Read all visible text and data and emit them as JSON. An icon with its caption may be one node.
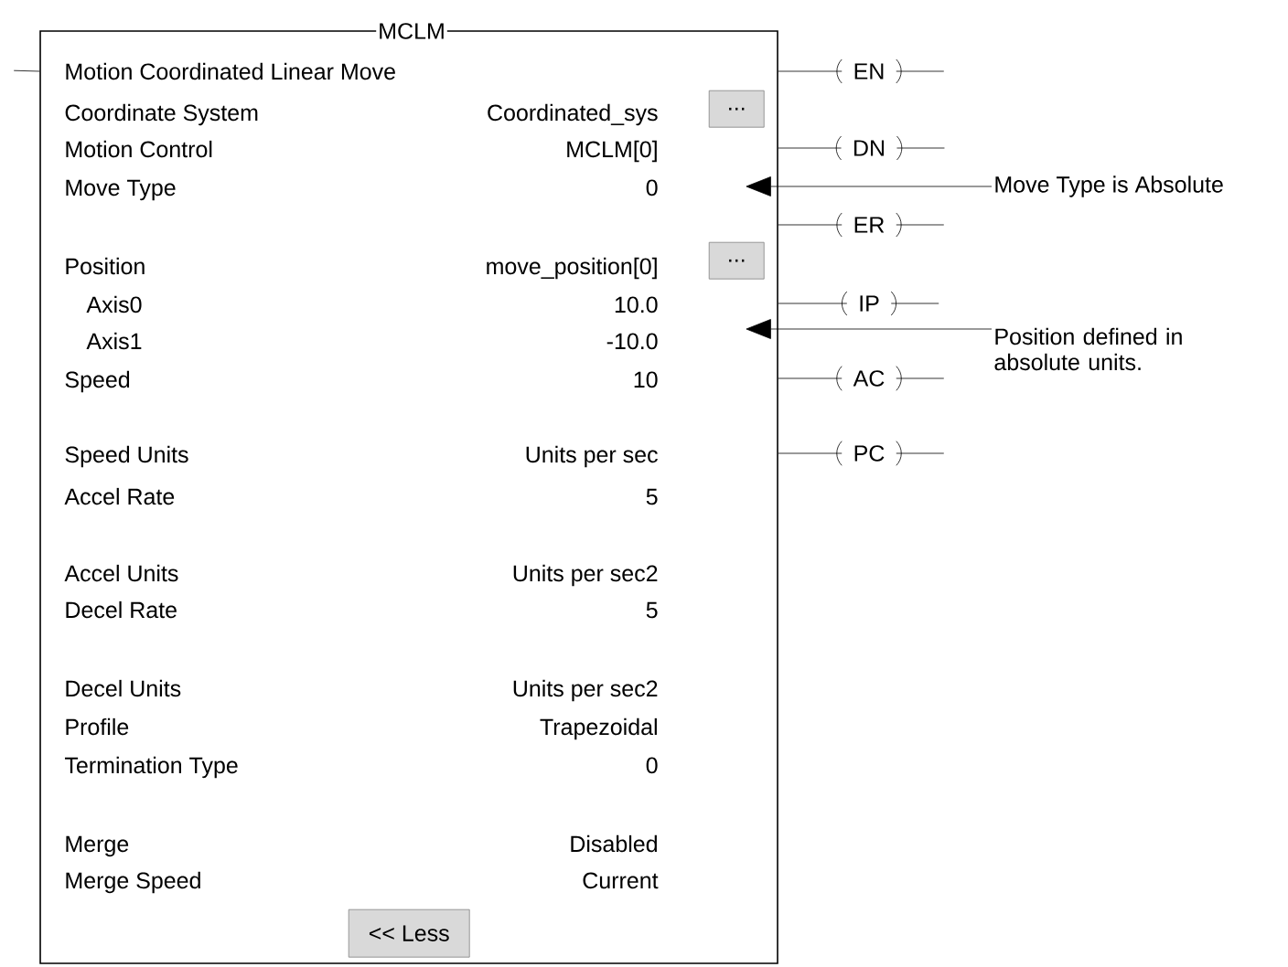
{
  "diagram": {
    "nodes": [
      {
        "text": [
          "MCLM",
          "Motion Coordinated Linear Move"
        ]
      },
      {
        "text": [
          "..."
        ],
        "in": 0
      },
      {
        "text": [
          "..."
        ],
        "in": 0
      },
      {
        "text": [
          "<< Less"
        ],
        "in": 0
      },
      {
        "text": [
          "EN"
        ]
      },
      {
        "text": [
          "DN"
        ]
      },
      {
        "text": [
          "ER"
        ]
      },
      {
        "text": [
          "IP"
        ]
      },
      {
        "text": [
          "AC"
        ]
      },
      {
        "text": [
          "PC"
        ]
      },
      {
        "text": [
          "Move Type is Absolute"
        ]
      },
      {
        "text": [
          "Position defined in absolute units."
        ]
      }
    ],
    "edges": [
      {
        "from": null,
        "to": 0,
        "arrow": "none"
      },
      {
        "from": 0,
        "to": 4,
        "arrow": "none"
      },
      {
        "from": 0,
        "to": 5,
        "arrow": "none"
      },
      {
        "from": 0,
        "to": 6,
        "arrow": "none"
      },
      {
        "from": 0,
        "to": 7,
        "arrow": "none"
      },
      {
        "from": 0,
        "to": 8,
        "arrow": "none"
      },
      {
        "from": 0,
        "to": 9,
        "arrow": "none"
      },
      {
        "from": 4,
        "to": null,
        "arrow": "none"
      },
      {
        "from": 5,
        "to": null,
        "arrow": "none"
      },
      {
        "from": 6,
        "to": null,
        "arrow": "none"
      },
      {
        "from": 7,
        "to": null,
        "arrow": "none"
      },
      {
        "from": 8,
        "to": null,
        "arrow": "none"
      },
      {
        "from": 9,
        "to": null,
        "arrow": "none"
      },
      {
        "from": 10,
        "to": 0,
        "arrow": "to"
      },
      {
        "from": 11,
        "to": 0,
        "arrow": "to"
      }
    ],
    "labels": [
      "Coordinate System",
      "Coordinated_sys",
      "Motion Control",
      "MCLM[0]",
      "Move Type",
      "0",
      "Position",
      "move_position[0]",
      "Axis0",
      "10.0",
      "Axis1",
      "-10.0",
      "Speed",
      "10",
      "Speed Units",
      "Units per sec",
      "Accel Rate",
      "5",
      "Accel Units",
      "Units per sec2",
      "Decel Rate",
      "5",
      "Decel Units",
      "Units per sec2",
      "Profile",
      "Trapezoidal",
      "Termination Type",
      "0",
      "Merge",
      "Disabled",
      "Merge Speed",
      "Current"
    ]
  }
}
